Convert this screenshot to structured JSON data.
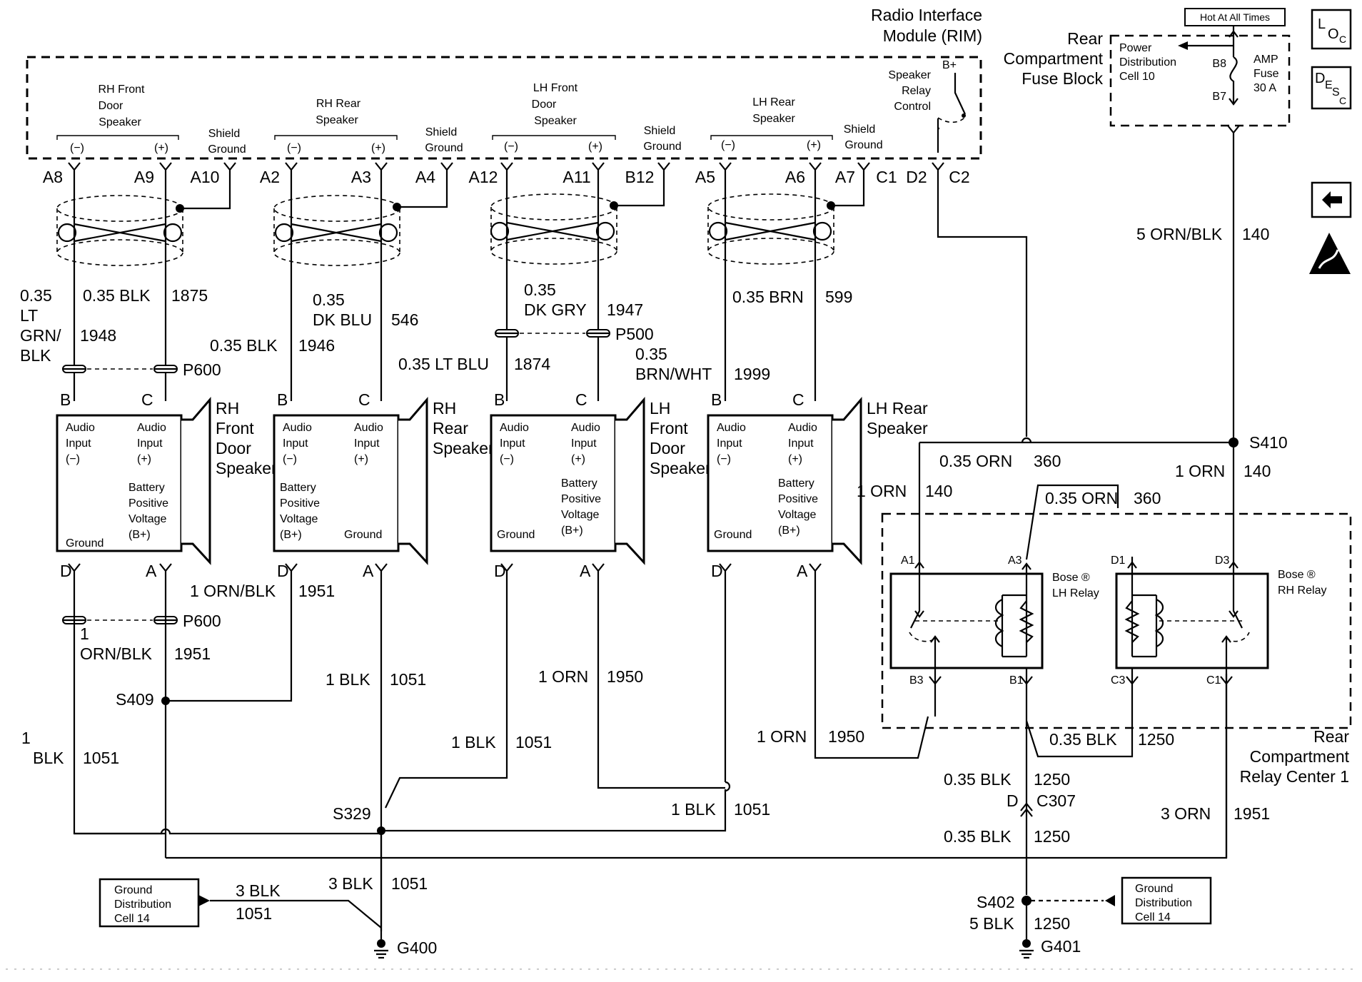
{
  "header": {
    "rim_title_1": "Radio Interface",
    "rim_title_2": "Module (RIM)",
    "rear_fuse_1": "Rear",
    "rear_fuse_2": "Compartment",
    "rear_fuse_3": "Fuse Block",
    "hot_at_all_times": "Hot At All Times",
    "power_dist_1": "Power",
    "power_dist_2": "Distribution",
    "power_dist_3": "Cell 10",
    "fuse_1": "AMP",
    "fuse_2": "Fuse",
    "fuse_3": "30 A",
    "b8": "B8",
    "b7": "B7"
  },
  "side_icons": {
    "loc_l": "L",
    "loc_o": "O",
    "loc_c": "C",
    "desc_d": "D",
    "desc_e": "E",
    "desc_s": "S",
    "desc_c": "C"
  },
  "rim_internal": {
    "sp1": [
      "RH Front",
      "Door",
      "Speaker"
    ],
    "sp2": [
      "RH Rear",
      "Speaker"
    ],
    "sp3": [
      "LH Front",
      "Door",
      "Speaker"
    ],
    "sp4": [
      "LH Rear",
      "Speaker"
    ],
    "minus": "(−)",
    "plus": "(+)",
    "shield": "Shield",
    "ground": "Ground",
    "relay_1": "Speaker",
    "relay_2": "Relay",
    "relay_3": "Control",
    "bplus": "B+"
  },
  "pins": [
    "A8",
    "A9",
    "A10",
    "A2",
    "A3",
    "A4",
    "A12",
    "A11",
    "B12",
    "A5",
    "A6",
    "A7",
    "C1",
    "D2",
    "C2"
  ],
  "wires": {
    "w1875": [
      "0.35 BLK",
      "1875"
    ],
    "w1948": [
      "0.35",
      "LT",
      "GRN/",
      "BLK",
      "1948"
    ],
    "w546": [
      "0.35",
      "DK BLU",
      "546"
    ],
    "w1946": [
      "0.35 BLK",
      "1946"
    ],
    "w1947": [
      "0.35",
      "DK GRY",
      "1947"
    ],
    "w1874": [
      "0.35 LT BLU",
      "1874"
    ],
    "w599": [
      "0.35 BRN",
      "599"
    ],
    "w1999": [
      "0.35",
      "BRN/WHT",
      "1999"
    ],
    "w140top": [
      "5 ORN/BLK",
      "140"
    ],
    "w360a": [
      "0.35 ORN",
      "360"
    ],
    "w360b": [
      "0.35 ORN",
      "360"
    ],
    "w140a": [
      "1 ORN",
      "140"
    ],
    "w140b": [
      "1 ORN",
      "140"
    ],
    "w1951a": [
      "1 ORN/BLK",
      "1951"
    ],
    "w1951b": [
      "1",
      "ORN/BLK",
      "1951"
    ],
    "w1051a": [
      "1 BLK",
      "1051"
    ],
    "w1950a": [
      "1 ORN",
      "1950"
    ],
    "w1051b": [
      "1 BLK",
      "1051"
    ],
    "w1950b": [
      "1 ORN",
      "1950"
    ],
    "w1051c": [
      "1",
      "BLK",
      "1051"
    ],
    "w1051d": [
      "1 BLK",
      "1051"
    ],
    "w1051e": [
      "3 BLK",
      "1051"
    ],
    "w1051f": [
      "3 BLK",
      "1051"
    ],
    "w1250a": [
      "0.35 BLK",
      "1250"
    ],
    "w1250b": [
      "0.35 BLK",
      "1250"
    ],
    "w1250c": [
      "0.35 BLK",
      "1250"
    ],
    "w1250d": [
      "5 BLK",
      "1250"
    ],
    "w1951c": [
      "3 ORN",
      "1951"
    ]
  },
  "connectors": {
    "p600": "P600",
    "p500": "P500",
    "s409": "S409",
    "s329": "S329",
    "s410": "S410",
    "s402": "S402",
    "c307": "C307",
    "d": "D",
    "g400": "G400",
    "g401": "G401"
  },
  "speakers": [
    {
      "name": [
        "RH",
        "Front",
        "Door",
        "Speaker"
      ],
      "pin_in_minus": "B",
      "pin_in_plus": "C",
      "pin_gnd": "D",
      "pin_bat": "A"
    },
    {
      "name": [
        "RH",
        "Rear",
        "Speaker"
      ],
      "pin_in_minus": "B",
      "pin_in_plus": "C",
      "pin_gnd": "D",
      "pin_bat": "A"
    },
    {
      "name": [
        "LH",
        "Front",
        "Door",
        "Speaker"
      ],
      "pin_in_minus": "B",
      "pin_in_plus": "C",
      "pin_gnd": "D",
      "pin_bat": "A"
    },
    {
      "name": [
        "LH Rear",
        "Speaker"
      ],
      "pin_in_minus": "B",
      "pin_in_plus": "C",
      "pin_gnd": "D",
      "pin_bat": "A"
    }
  ],
  "speaker_text": {
    "audio": "Audio",
    "input": "Input",
    "minus": "(−)",
    "plus": "(+)",
    "battery": "Battery",
    "positive": "Positive",
    "voltage": "Voltage",
    "bplus": "(B+)",
    "ground": "Ground"
  },
  "relay_center": {
    "title": [
      "Rear",
      "Compartment",
      "Relay Center 1"
    ],
    "lh_relay": [
      "Bose ®",
      "LH Relay"
    ],
    "rh_relay": [
      "Bose ®",
      "RH Relay"
    ],
    "pins": {
      "a1": "A1",
      "a3": "A3",
      "b3": "B3",
      "b1": "B1",
      "d1": "D1",
      "d3": "D3",
      "c3": "C3",
      "c1": "C1"
    }
  },
  "ground_dist": {
    "left": [
      "Ground",
      "Distribution",
      "Cell 14"
    ],
    "right": [
      "Ground",
      "Distribution",
      "Cell 14"
    ]
  }
}
